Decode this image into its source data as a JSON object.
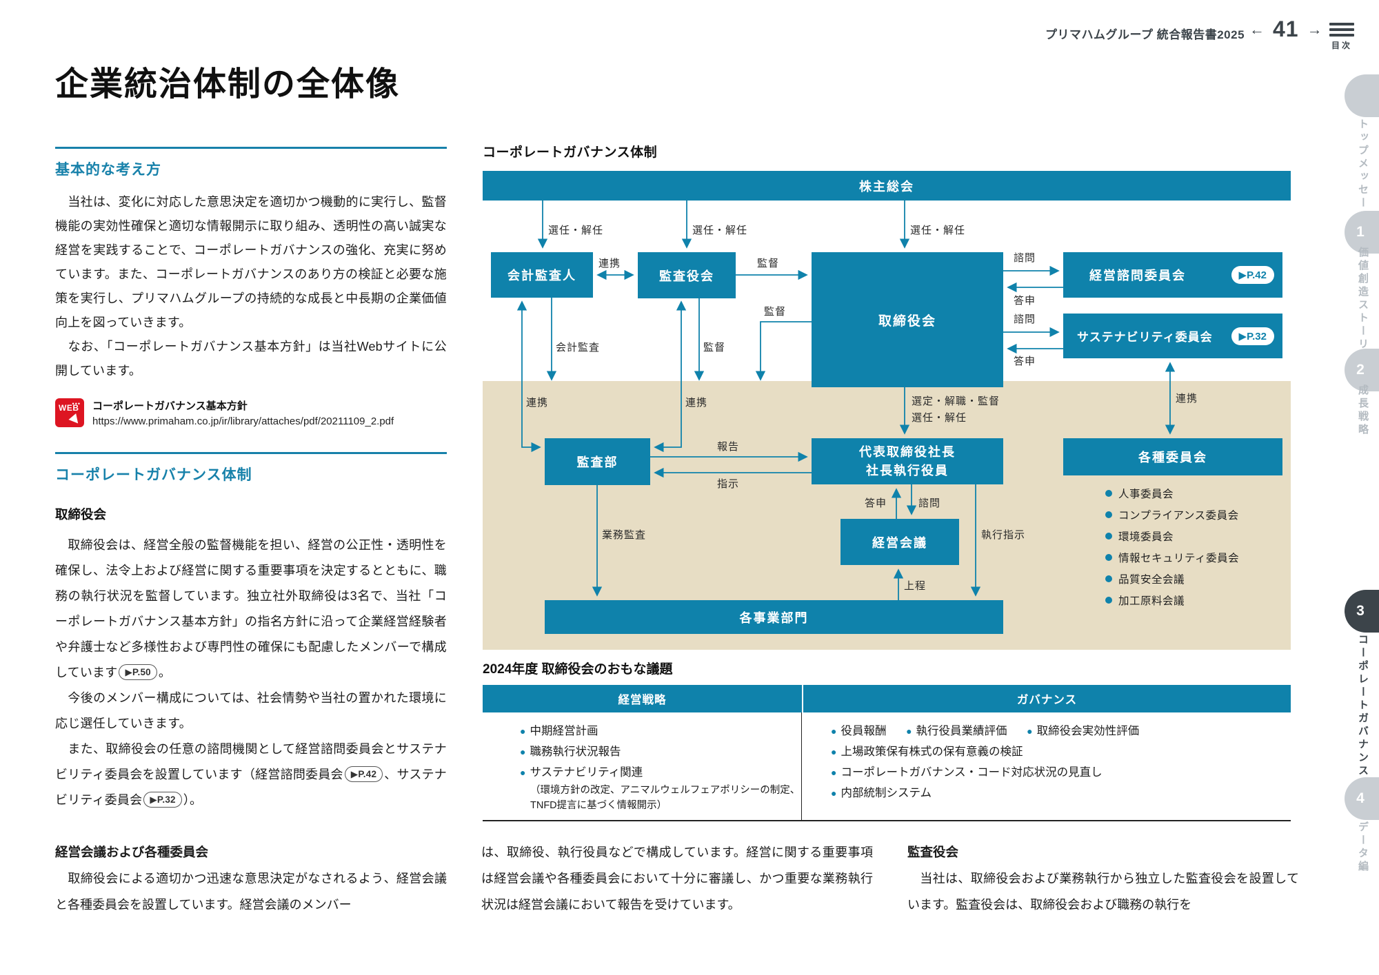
{
  "header": {
    "brand": "プリマハムグループ 統合報告書2025",
    "prev_arrow": "←",
    "page": "41",
    "next_arrow": "→",
    "toc": "目次"
  },
  "sidebar": {
    "tabs": [
      {
        "num": "",
        "label": "トップメッセージ"
      },
      {
        "num": "1",
        "label": "価値創造ストーリー"
      },
      {
        "num": "2",
        "label": "成長戦略"
      },
      {
        "num": "3",
        "label": "コーポレートガバナンス"
      },
      {
        "num": "4",
        "label": "データ編"
      }
    ]
  },
  "page_title": "企業統治体制の全体像",
  "basic": {
    "heading": "基本的な考え方",
    "p1": "　当社は、変化に対応した意思決定を適切かつ機動的に実行し、監督機能の実効性確保と適切な情報開示に取り組み、透明性の高い誠実な経営を実践することで、コーポレートガバナンスの強化、充実に努めています。また、コーポレートガバナンスのあり方の検証と必要な施策を実行し、プリマハムグループの持続的な成長と中長期の企業価値向上を図っていきます。",
    "p2": "　なお、「コーポレートガバナンス基本方針」は当社Webサイトに公開しています。"
  },
  "weblink": {
    "badge": "WEB",
    "title": "コーポレートガバナンス基本方針",
    "url": "https://www.primaham.co.jp/ir/library/attaches/pdf/20211109_2.pdf"
  },
  "gov": {
    "heading": "コーポレートガバナンス体制",
    "sub": "取締役会",
    "p1a": "　取締役会は、経営全般の監督機能を担い、経営の公正性・透明性を確保し、法令上および経営に関する重要事項を決定するとともに、職務の執行状況を監督しています。独立社外取締役は3名で、当社「コーポレートガバナンス基本方針」の指名方針に沿って企業経営経験者や弁護士など多様性および専門性の確保にも配慮したメンバーで構成しています",
    "p1_pill": "▶P.50",
    "p1b": "。",
    "p2": "　今後のメンバー構成については、社会情勢や当社の置かれた環境に応じ選任していきます。",
    "p3a": "　また、取締役会の任意の諮問機関として経営諮問委員会とサステナビリティ委員会を設置しています（経営諮問委員会",
    "p3_pill1": "▶P.42",
    "p3b": "、サステナビリティ委員会",
    "p3_pill2": "▶P.32",
    "p3c": "）。"
  },
  "diagram": {
    "title": "コーポレートガバナンス体制",
    "nodes": {
      "shareholders": "株主総会",
      "accounting_auditor": "会計監査人",
      "audit_board": "監査役会",
      "board": "取締役会",
      "advisory": "経営諮問委員会",
      "advisory_ref": "▶P.42",
      "sustainability": "サステナビリティ委員会",
      "sustainability_ref": "▶P.32",
      "audit_dept": "監査部",
      "president_l1": "代表取締役社長",
      "president_l2": "社長執行役員",
      "committees": "各種委員会",
      "mgmt_meeting": "経営会議",
      "divisions": "各事業部門"
    },
    "labels": {
      "sel1": "選任・解任",
      "sel2": "選任・解任",
      "sel3": "選任・解任",
      "renkei_top": "連携",
      "kantoku_top": "監督",
      "shimon1": "諮問",
      "toshin1": "答申",
      "shimon2": "諮問",
      "toshin2": "答申",
      "renkei_l": "連携",
      "kaikeikansa": "会計監査",
      "renkei_r": "連携",
      "kantoku_mid": "監督",
      "kantoku_board": "監督",
      "sentei": "選定・解職・監督",
      "sennin": "選任・解任",
      "hokoku": "報告",
      "shiji": "指示",
      "toshin3": "答申",
      "shimon3": "諮問",
      "shikkoshiji": "執行指示",
      "gyomukansa": "業務監査",
      "jotei": "上程",
      "renkei_com": "連携"
    },
    "committee_list": [
      "人事委員会",
      "コンプライアンス委員会",
      "環境委員会",
      "情報セキュリティ委員会",
      "品質安全会議",
      "加工原料会議"
    ]
  },
  "agenda": {
    "title": "2024年度 取締役会のおもな議題",
    "col1": {
      "header": "経営戦略",
      "items": [
        "中期経営計画",
        "職務執行状況報告",
        "サステナビリティ関連"
      ],
      "note": "（環境方針の改定、アニマルウェルフェアポリシーの制定、TNFD提言に基づく情報開示）"
    },
    "col2": {
      "header": "ガバナンス",
      "row1": [
        "役員報酬",
        "執行役員業績評価",
        "取締役会実効性評価"
      ],
      "items": [
        "上場政策保有株式の保有意義の検証",
        "コーポレートガバナンス・コード対応状況の見直し",
        "内部統制システム"
      ]
    }
  },
  "bottom": {
    "c1_heading": "経営会議および各種委員会",
    "c1_body": "　取締役会による適切かつ迅速な意思決定がなされるよう、経営会議と各種委員会を設置しています。経営会議のメンバー",
    "c2_body": "は、取締役、執行役員などで構成しています。経営に関する重要事項は経営会議や各種委員会において十分に審議し、かつ重要な業務執行状況は経営会議において報告を受けています。",
    "c3_heading": "監査役会",
    "c3_body": "　当社は、取締役会および業務執行から独立した監査役会を設置しています。監査役会は、取締役会および職務の執行を"
  },
  "colors": {
    "teal": "#0f82ab",
    "beige": "#e7ddc4",
    "heading_teal": "#1781aa",
    "web_red": "#dd1522",
    "dark": "#3c444a"
  }
}
